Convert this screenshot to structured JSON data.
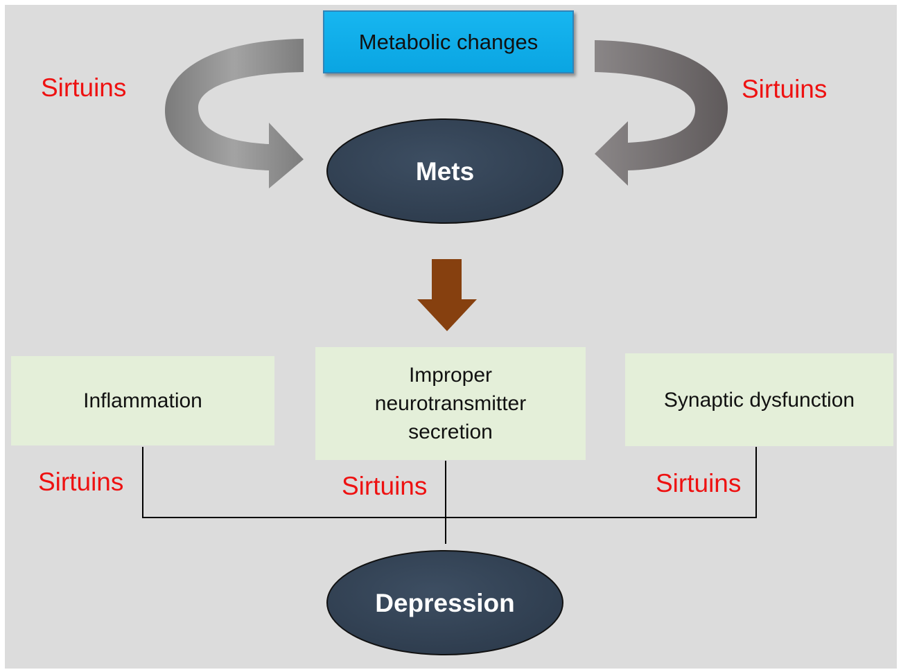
{
  "nodes": {
    "metabolic_changes": "Metabolic changes",
    "mets": "Mets",
    "inflammation": "Inflammation",
    "improper_secretion": "Improper neurotransmitter secretion",
    "synaptic_dysfunction": "Synaptic dysfunction",
    "depression": "Depression"
  },
  "labels": {
    "sirtuins_top_left": "Sirtuins",
    "sirtuins_top_right": "Sirtuins",
    "sirtuins_bottom_left": "Sirtuins",
    "sirtuins_bottom_mid": "Sirtuins",
    "sirtuins_bottom_right": "Sirtuins"
  },
  "colors": {
    "background": "#dcdcdc",
    "label_red": "#ee1111",
    "ellipse_fill": "#344456",
    "box_blue": "#12b0ec",
    "box_green": "#e4efd9",
    "arrow_brown": "#86400f",
    "arrow_gray_left": "#858585",
    "arrow_gray_right": "#6c6869"
  }
}
